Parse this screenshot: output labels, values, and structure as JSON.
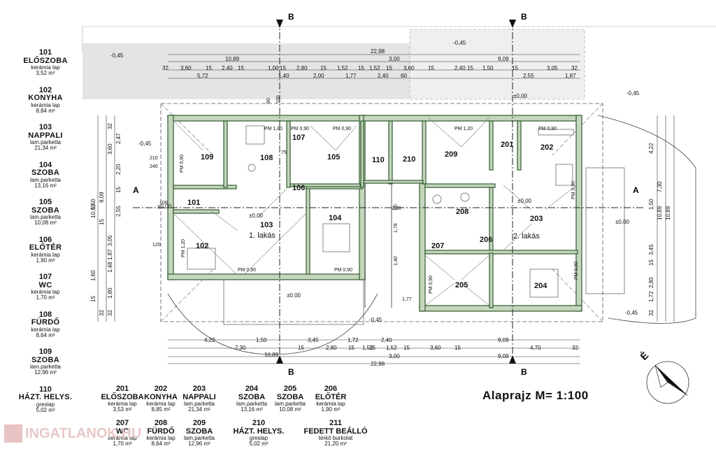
{
  "title": "Alaprajz  M= 1:100",
  "watermark": "INGATLANOK.HU",
  "colors": {
    "wall": "#3a6b3a",
    "wall_fill": "#c8d8c0",
    "line": "#222222",
    "grey_band": "#e2e2e2"
  },
  "legend_rooms": [
    {
      "num": "101",
      "name": "ELŐSZOBA",
      "floor": "kerámia lap",
      "area": "3,52 m²"
    },
    {
      "num": "102",
      "name": "KONYHA",
      "floor": "kerámia lap",
      "area": "8,84 m²"
    },
    {
      "num": "103",
      "name": "NAPPALI",
      "floor": "lam.parketta",
      "area": "21,34 m²"
    },
    {
      "num": "104",
      "name": "SZOBA",
      "floor": "lam.parketta",
      "area": "13,16 m²"
    },
    {
      "num": "105",
      "name": "SZOBA",
      "floor": "lam.parketta",
      "area": "10,08 m²"
    },
    {
      "num": "106",
      "name": "ELŐTÉR",
      "floor": "kerámia lap",
      "area": "1,90 m²"
    },
    {
      "num": "107",
      "name": "WC",
      "floor": "kerámia lap",
      "area": "1,70 m²"
    },
    {
      "num": "108",
      "name": "FÜRDŐ",
      "floor": "kerámia lap",
      "area": "8,64 m²"
    },
    {
      "num": "109",
      "name": "SZOBA",
      "floor": "lam.parketta",
      "area": "12,96 m²"
    },
    {
      "num": "110",
      "name": "HÁZT. HELYS.",
      "floor": "greslap",
      "area": "5,02 m²"
    }
  ],
  "bottom_rooms_row1": [
    {
      "num": "201",
      "name": "ELŐSZOBA",
      "floor": "kerámia lap",
      "area": "3,53 m²"
    },
    {
      "num": "202",
      "name": "KONYHA",
      "floor": "kerámia lap",
      "area": "8,85 m²"
    },
    {
      "num": "203",
      "name": "NAPPALI",
      "floor": "lam.parketta",
      "area": "21,34 m²"
    },
    {
      "num": "204",
      "name": "SZOBA",
      "floor": "lam.parketta",
      "area": "13,16 m²"
    },
    {
      "num": "205",
      "name": "SZOBA",
      "floor": "lam.parketta",
      "area": "10,08 m²"
    },
    {
      "num": "206",
      "name": "ELŐTÉR",
      "floor": "kerámia lap",
      "area": "1,90 m²"
    }
  ],
  "bottom_rooms_row2": [
    {
      "num": "207",
      "name": "WC",
      "floor": "kerámia lap",
      "area": "1,70 m²"
    },
    {
      "num": "208",
      "name": "FÜRDŐ",
      "floor": "kerámia lap",
      "area": "8,64 m²"
    },
    {
      "num": "209",
      "name": "SZOBA",
      "floor": "lam.parketta",
      "area": "12,96 m²"
    },
    {
      "num": "210",
      "name": "HÁZT. HELYS.",
      "floor": "greslap",
      "area": "5,02 m²"
    },
    {
      "num": "211",
      "name": "FEDETT BEÁLLÓ",
      "floor": "térkő burkolat",
      "area": "21,20 m²"
    }
  ],
  "plan_room_labels": [
    "101",
    "102",
    "103",
    "104",
    "105",
    "106",
    "107",
    "108",
    "109",
    "110",
    "201",
    "202",
    "203",
    "204",
    "205",
    "206",
    "207",
    "208",
    "209",
    "210"
  ],
  "unit_labels": {
    "unit1": "1. lakás",
    "unit2": "2. lakás"
  },
  "section_marks": {
    "b": "B",
    "a": "A"
  },
  "levels": {
    "minus": "-0,45",
    "zero": "±0,00"
  },
  "compass_letter": "É",
  "top_dims": {
    "overall": "22,98",
    "half_left": "10,89",
    "half_mid": "3,00",
    "half_right": "9,09",
    "row1": [
      "32",
      "3,60",
      "15",
      "2,40",
      "15",
      "1,00",
      "15",
      "2,80",
      "15",
      "1,52",
      "15",
      "1,52",
      "15",
      "3,60",
      "15",
      "2,40",
      "15",
      "1,50",
      "15",
      "3,05",
      "32"
    ],
    "row2": [
      "5,72",
      "1,40",
      "2,00",
      "1,77",
      "2,40",
      "60",
      "2,55",
      "1,87"
    ]
  },
  "bottom_dims": {
    "overall": "22,98",
    "half_left": "10,89",
    "half_mid": "3,00",
    "half_right": "9,09",
    "row1": [
      "4,22",
      "1,50",
      "3,45",
      "1,72",
      "2,40",
      "9,09"
    ],
    "row2": [
      "7,30",
      "15",
      "2,80",
      "15",
      "1,52",
      "15",
      "1,52",
      "15",
      "3,60",
      "15",
      "4,70",
      "32"
    ]
  },
  "left_dims": [
    "32",
    "2,47",
    "3,60",
    "2,20",
    "15",
    "2,55",
    "3,05",
    "1,87",
    "1,48",
    "1,80",
    "32",
    "10,89",
    "9,09",
    "15",
    "1,50",
    "1,60",
    "15",
    "32"
  ],
  "right_dims": [
    "4,22",
    "7,30",
    "1,50",
    "10,89",
    "10,89",
    "3,45",
    "15",
    "2,80",
    "1,72",
    "32"
  ],
  "window_marks": [
    "PM 0,90",
    "PM 1,80",
    "PM 0,90",
    "PM 0,90",
    "PM 1,20",
    "PM 0,90",
    "PM 0,90",
    "PM 1,20",
    "PM 0,90",
    "PM 0,90",
    "PM 0,90",
    "PM 0,90"
  ],
  "opening_sizes": [
    "90",
    "150",
    "210",
    "240",
    "100",
    "120",
    "75",
    "60",
    "1,78",
    "1,40",
    "2,00",
    "1,77"
  ]
}
